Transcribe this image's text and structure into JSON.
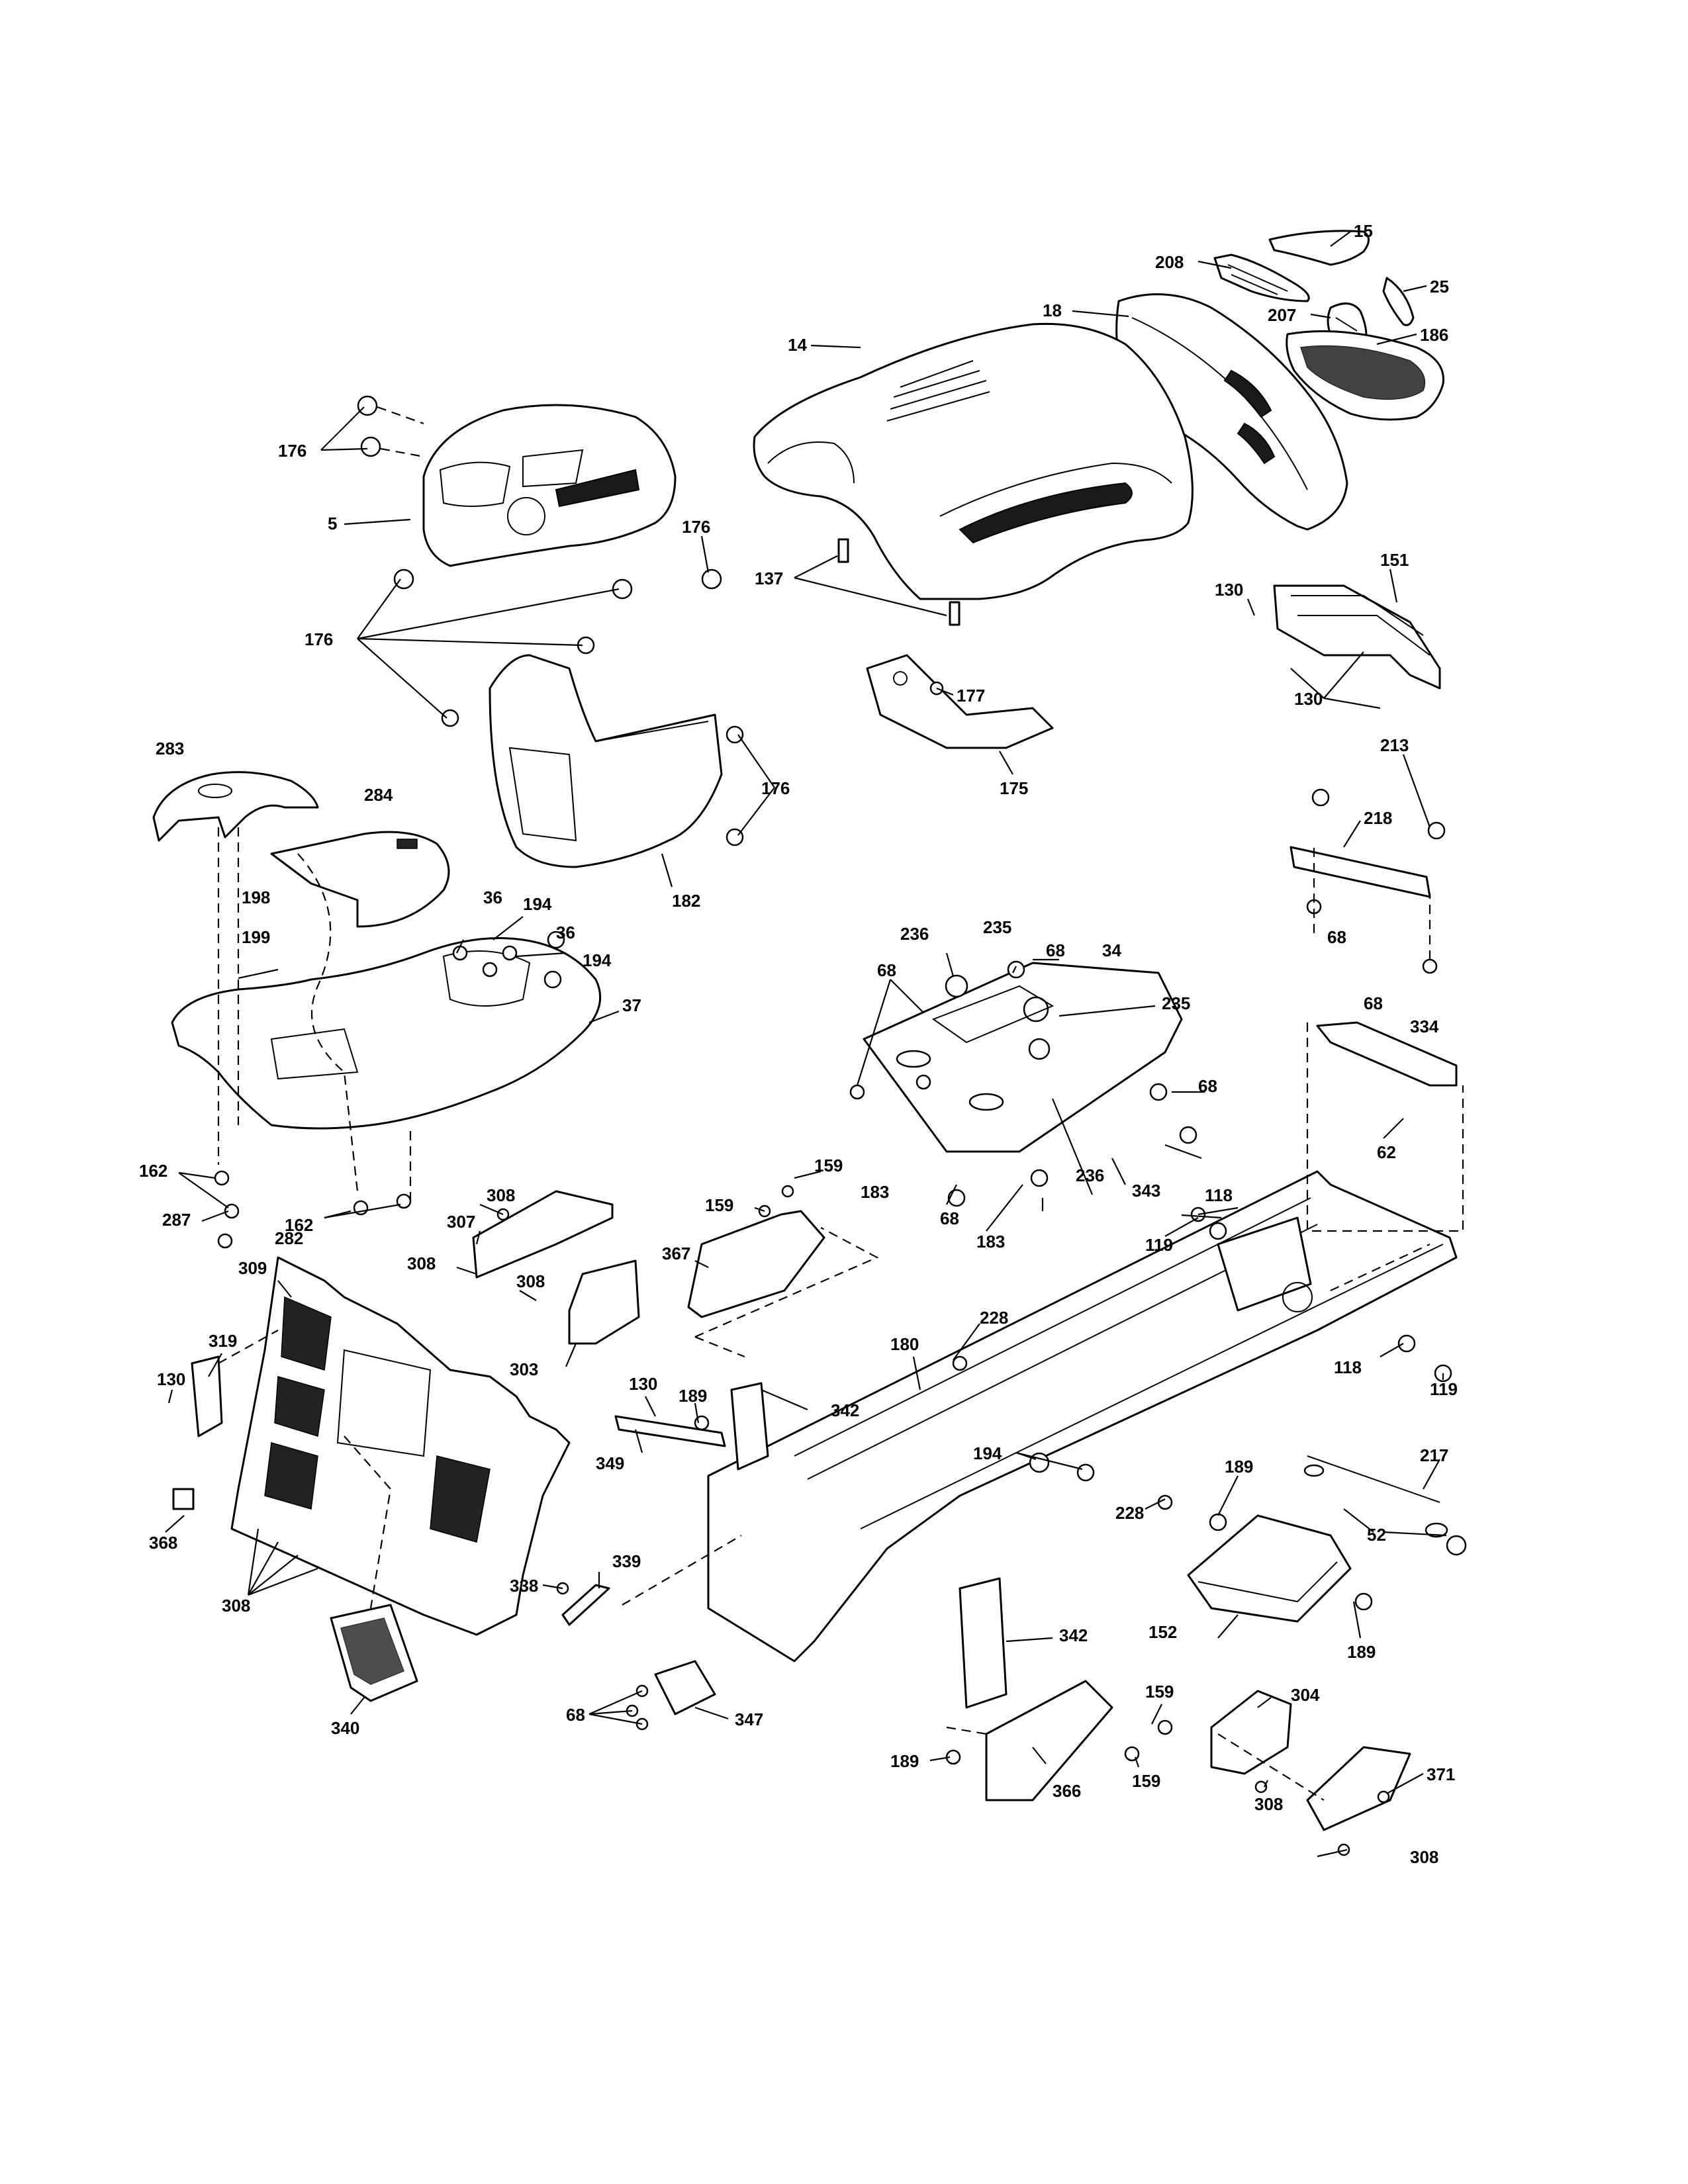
{
  "labels": [
    {
      "id": "l15",
      "text": "15"
    },
    {
      "id": "l208",
      "text": "208"
    },
    {
      "id": "l25",
      "text": "25"
    },
    {
      "id": "l18",
      "text": "18"
    },
    {
      "id": "l207",
      "text": "207"
    },
    {
      "id": "l186",
      "text": "186"
    },
    {
      "id": "l14",
      "text": "14"
    },
    {
      "id": "l176a",
      "text": "176"
    },
    {
      "id": "l5",
      "text": "5"
    },
    {
      "id": "l176b",
      "text": "176"
    },
    {
      "id": "l137",
      "text": "137"
    },
    {
      "id": "l130a",
      "text": "130"
    },
    {
      "id": "l151",
      "text": "151"
    },
    {
      "id": "l130b",
      "text": "130"
    },
    {
      "id": "l176c",
      "text": "176"
    },
    {
      "id": "l177",
      "text": "177"
    },
    {
      "id": "l175",
      "text": "175"
    },
    {
      "id": "l176d",
      "text": "176"
    },
    {
      "id": "l182",
      "text": "182"
    },
    {
      "id": "l283",
      "text": "283"
    },
    {
      "id": "l284",
      "text": "284"
    },
    {
      "id": "l213",
      "text": "213"
    },
    {
      "id": "l218",
      "text": "218"
    },
    {
      "id": "l68a",
      "text": "68"
    },
    {
      "id": "l198",
      "text": "198"
    },
    {
      "id": "l36a",
      "text": "36"
    },
    {
      "id": "l194a",
      "text": "194"
    },
    {
      "id": "l36b",
      "text": "36"
    },
    {
      "id": "l199",
      "text": "199"
    },
    {
      "id": "l194b",
      "text": "194"
    },
    {
      "id": "l37",
      "text": "37"
    },
    {
      "id": "l162a",
      "text": "162"
    },
    {
      "id": "l287",
      "text": "287"
    },
    {
      "id": "l282",
      "text": "282"
    },
    {
      "id": "l162b",
      "text": "162"
    },
    {
      "id": "l236a",
      "text": "236"
    },
    {
      "id": "l235a",
      "text": "235"
    },
    {
      "id": "l68b",
      "text": "68"
    },
    {
      "id": "l34",
      "text": "34"
    },
    {
      "id": "l68c",
      "text": "68"
    },
    {
      "id": "l235b",
      "text": "235"
    },
    {
      "id": "l68d",
      "text": "68"
    },
    {
      "id": "l334",
      "text": "334"
    },
    {
      "id": "l68e",
      "text": "68"
    },
    {
      "id": "l62",
      "text": "62"
    },
    {
      "id": "l183a",
      "text": "183"
    },
    {
      "id": "l236b",
      "text": "236"
    },
    {
      "id": "l68f",
      "text": "68"
    },
    {
      "id": "l343",
      "text": "343"
    },
    {
      "id": "l183b",
      "text": "183"
    },
    {
      "id": "l118a",
      "text": "118"
    },
    {
      "id": "l119a",
      "text": "119"
    },
    {
      "id": "l159a",
      "text": "159"
    },
    {
      "id": "l159b",
      "text": "159"
    },
    {
      "id": "l308a",
      "text": "308"
    },
    {
      "id": "l307",
      "text": "307"
    },
    {
      "id": "l308b",
      "text": "308"
    },
    {
      "id": "l308c",
      "text": "308"
    },
    {
      "id": "l303",
      "text": "303"
    },
    {
      "id": "l367",
      "text": "367"
    },
    {
      "id": "l309",
      "text": "309"
    },
    {
      "id": "l319",
      "text": "319"
    },
    {
      "id": "l130c",
      "text": "130"
    },
    {
      "id": "l228a",
      "text": "228"
    },
    {
      "id": "l180",
      "text": "180"
    },
    {
      "id": "l130d",
      "text": "130"
    },
    {
      "id": "l189a",
      "text": "189"
    },
    {
      "id": "l342a",
      "text": "342"
    },
    {
      "id": "l118b",
      "text": "118"
    },
    {
      "id": "l119b",
      "text": "119"
    },
    {
      "id": "l194c",
      "text": "194"
    },
    {
      "id": "l349",
      "text": "349"
    },
    {
      "id": "l189b",
      "text": "189"
    },
    {
      "id": "l217",
      "text": "217"
    },
    {
      "id": "l228b",
      "text": "228"
    },
    {
      "id": "l52",
      "text": "52"
    },
    {
      "id": "l368",
      "text": "368"
    },
    {
      "id": "l339",
      "text": "339"
    },
    {
      "id": "l338",
      "text": "338"
    },
    {
      "id": "l308d",
      "text": "308"
    },
    {
      "id": "l152",
      "text": "152"
    },
    {
      "id": "l189c",
      "text": "189"
    },
    {
      "id": "l342b",
      "text": "342"
    },
    {
      "id": "l340",
      "text": "340"
    },
    {
      "id": "l68g",
      "text": "68"
    },
    {
      "id": "l347",
      "text": "347"
    },
    {
      "id": "l159c",
      "text": "159"
    },
    {
      "id": "l304",
      "text": "304"
    },
    {
      "id": "l189d",
      "text": "189"
    },
    {
      "id": "l366",
      "text": "366"
    },
    {
      "id": "l159d",
      "text": "159"
    },
    {
      "id": "l371",
      "text": "371"
    },
    {
      "id": "l308e",
      "text": "308"
    },
    {
      "id": "l308f",
      "text": "308"
    }
  ]
}
